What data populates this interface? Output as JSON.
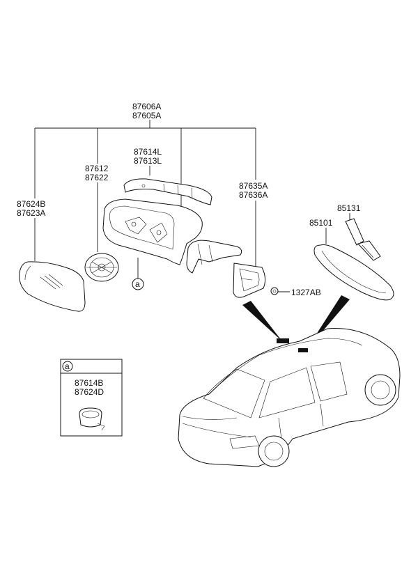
{
  "labels": {
    "assy_top": "87606A",
    "assy_bottom": "87605A",
    "cover_top": "87614L",
    "cover_bottom": "87613L",
    "actuator_top": "87612",
    "actuator_bottom": "87622",
    "glass_top": "87624B",
    "glass_bottom": "87623A",
    "garnish_top": "87635A",
    "garnish_bottom": "87636A",
    "nut": "1327AB",
    "inside_mirror": "85101",
    "cover_inside": "85131",
    "callout": "a"
  },
  "detail": {
    "letter": "a",
    "part_top": "87614B",
    "part_bottom": "87624D"
  }
}
